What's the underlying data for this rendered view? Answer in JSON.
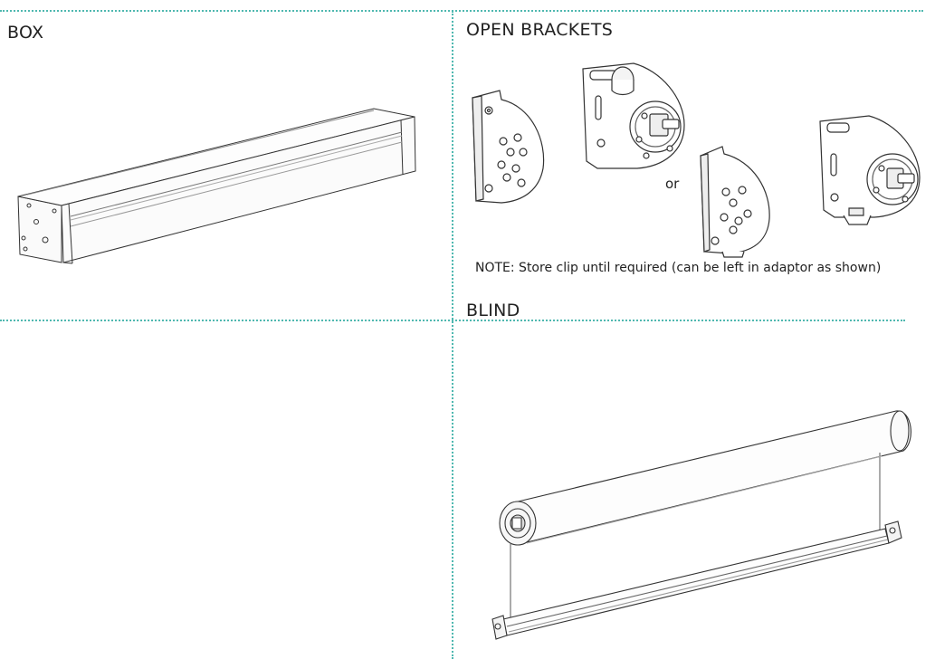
{
  "sections": {
    "box": {
      "heading": "BOX"
    },
    "open_brackets": {
      "heading": "OPEN BRACKETS",
      "or_label": "or",
      "note": "NOTE: Store clip until required (can be left in adaptor as shown)"
    },
    "blind": {
      "heading": "BLIND"
    }
  },
  "colors": {
    "divider": "#4fb8b0",
    "line_art": "#333333",
    "text": "#222222"
  }
}
